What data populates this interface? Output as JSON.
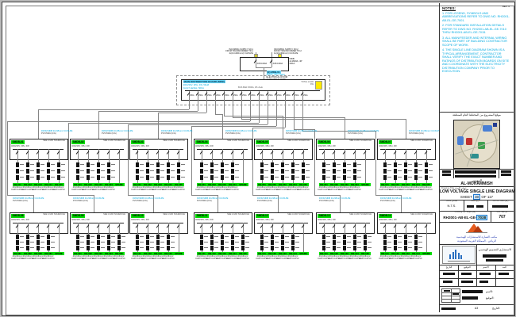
{
  "colors": {
    "cyan": "#00A9E0",
    "green": "#00DD00",
    "yellow": "#FFE900",
    "wire": "#858585",
    "ink": "#111111"
  },
  "notes": {
    "header": "NOTES:",
    "rev_tag": "REV. 0",
    "items": [
      "1. FOR LEGEND, SYMBOLS AND ABBREVIATIONS REFER TO DWG NO. RH2001-AB-EL-GE-7001.",
      "2. FOR STANDARD INSTALLATION DETAILS REFER TO DWG NO. RH2001-AB-EL-GE-7010 THRU RH2001-AB-EL-GE-7015.",
      "3. ALL MAIN/FEEDER AND INTERNAL WIRING SHALL BE PART OF BUILDING CONTRACTOR SCOPE OF WORK.",
      "4. THE SINGLE LINE DIAGRAM SHOWN IS A TYPICAL ARRANGEMENT. CONTRACTOR SHALL VERIFY THE EXACT NUMBER AND RATINGS OF DISTRIBUTION BOARDS ON SITE AND COORDINATE WITH THE ELECTRICITY DISTRIBUTION COMPANY PRIOR TO EXECUTION."
    ]
  },
  "incomer": {
    "left_feeder": [
      "INCOMING SUPPLY NO.1",
      "FROM TRANSFORMER TR-1",
      "4x(1Cx300mm²) CU/XLPE"
    ],
    "right_feeder": [
      "INCOMING SUPPLY NO.2",
      "FROM TRANSFORMER TR-2",
      "4x(1Cx300mm²) CU/XLPE"
    ],
    "breaker1": "ACB 1600A",
    "breaker2": "ACB 1600A",
    "side_text": [
      "MDB",
      "2x1600A, 4P",
      "50KA"
    ],
    "tag_line": "(E) MDB-01",
    "tag_sub": "2500A, 3PH, 50KA",
    "room_line1": "ELECTRICAL ROOM",
    "room_line2": "(GROUND FLOOR)"
  },
  "mdb": {
    "name_tag": "MAIN DISTRIBUTION BOARD (MDB)",
    "name_line2": "400/230V, 3PH, 4W, 50HZ",
    "name_line3": "FAULT LEVEL: 50KA",
    "bus_label": "BUS BAR 2500A, 3P+N+E",
    "breaker_label": "250A",
    "load_tag_line1": "TOTAL LOAD",
    "load_tag_line2": "KW"
  },
  "panel_defaults": {
    "from_line": "FROM MDB 4Cx95mm² CU/XLPE",
    "from_sub": "PVC/SWA (U/G)",
    "sub_line": "400/230V, 3PH, 4W",
    "load_ref": "SEE LOAD SCHEDULE",
    "db_l1": "4Cx16mm²",
    "db_l2": "CU/PVC/PVC"
  },
  "panels": [
    {
      "tag": "SMDB-01",
      "dbs": [
        "DB-011",
        "DB-012",
        "DB-013",
        "DB-014",
        "DB-015"
      ]
    },
    {
      "tag": "SMDB-02",
      "dbs": [
        "DB-021",
        "DB-022",
        "DB-023",
        "DB-024",
        "SPARE"
      ]
    },
    {
      "tag": "SMDB-03",
      "dbs": [
        "DB-031",
        "DB-032",
        "DB-033",
        "DB-034",
        "DB-035"
      ]
    },
    {
      "tag": "SMDB-04",
      "dbs": [
        "DB-041",
        "DB-042",
        "DB-043",
        "DB-044",
        "SPARE"
      ]
    },
    {
      "tag": "SMDB-05",
      "dbs": [
        "DB-051",
        "DB-052",
        "DB-053",
        "DB-054",
        "DB-055"
      ]
    },
    {
      "tag": "SMDB-06",
      "dbs": [
        "DB-061",
        "DB-062",
        "DB-063",
        "DB-064",
        "SPARE"
      ]
    },
    {
      "tag": "SMDB-07",
      "dbs": [
        "DB-071",
        "DB-072",
        "DB-073",
        "DB-074",
        "DB-075"
      ]
    },
    {
      "tag": "SMDB-08",
      "dbs": [
        "DB-081",
        "DB-082",
        "DB-083",
        "DB-084",
        "SPARE"
      ]
    },
    {
      "tag": "SMDB-09",
      "dbs": [
        "DB-091",
        "DB-092",
        "DB-093",
        "DB-094",
        "DB-095"
      ]
    },
    {
      "tag": "SMDB-10",
      "dbs": [
        "DB-101",
        "DB-102",
        "DB-103",
        "DB-104",
        "SPARE"
      ]
    },
    {
      "tag": "SMDB-11",
      "dbs": [
        "DB-111",
        "DB-112",
        "DB-113",
        "DB-114",
        "DB-115"
      ]
    },
    {
      "tag": "SMDB-12",
      "dbs": [
        "DB-121",
        "DB-122",
        "DB-123",
        "DB-124",
        "SPARE"
      ]
    },
    {
      "tag": "SMDB-13",
      "dbs": [
        "DB-131",
        "DB-132",
        "DB-133",
        "DB-134",
        "DB-135"
      ]
    },
    {
      "tag": "SMDB-14",
      "dbs": [
        "DB-141",
        "DB-142",
        "DB-143",
        "DB-144",
        "SPARE"
      ]
    }
  ],
  "title_block": {
    "key_plan_caption": "موقع المشروع من المخطط العام للمنطقة",
    "project_name_ar": "المهيمن",
    "project_name_en": "AL-MOHAMMISH",
    "drawing_title_header": "Drawing Title عنوان اللوحة",
    "title_line1": "LOW VOLTAGE SINGLE LINE DIAGRAM",
    "sheet_prefix": "SHEET",
    "sheet_no": "30",
    "sheet_suffix": "OF 117",
    "scale_header": "Scale مقياس",
    "scale_value": "N.T.S.",
    "date_header": "Date تاريخ",
    "job_header": "Job No. رقم العقد",
    "dwg_header": "Drawing No. رقم اللوحة",
    "dwg_prefix": "RH2001-AB-EL-GE-",
    "dwg_highlight": "7038",
    "rev_header": "Rev. مراجعة",
    "rev_value": "707",
    "owner_line1_ar": "مكتب العمارة للاستشارات الهندسية",
    "owner_line2_ar": "الرياض - المملكة العربية السعودية",
    "consultant_ar": "الاستشاري للتصميم الهندسي",
    "approval_headers": [
      "البند",
      "الاسم",
      "التوقيع",
      "التاريخ"
    ],
    "sign_name_label": "الاسم:",
    "sign_sig_label": "التوقيع:",
    "sign_date_label": "التاريخ:",
    "paper_label": "A3"
  }
}
